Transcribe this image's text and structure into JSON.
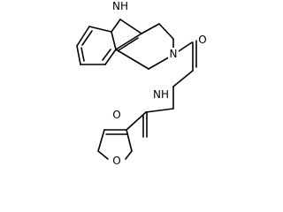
{
  "molecule": {
    "atoms": [
      {
        "id": "NH",
        "label": "NH"
      },
      {
        "id": "N_ring",
        "label": "N"
      },
      {
        "id": "O_ketone",
        "label": "O"
      },
      {
        "id": "N_amide",
        "label": "NH"
      },
      {
        "id": "O_amide",
        "label": "O"
      },
      {
        "id": "O_furan",
        "label": "O"
      }
    ]
  },
  "colors": {
    "bond": "#000000",
    "text": "#000000",
    "background": "#ffffff"
  }
}
